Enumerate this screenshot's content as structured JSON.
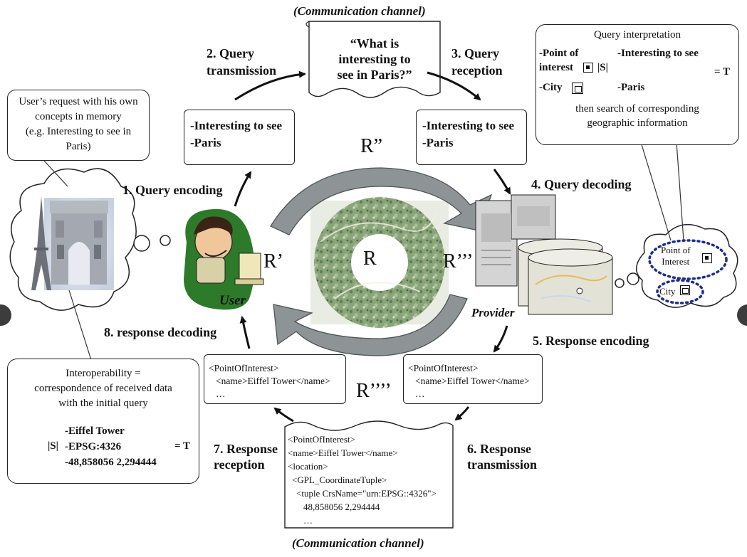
{
  "captions": {
    "top": "(Communication channel)",
    "bottom": "(Communication channel)"
  },
  "query_speech": {
    "l1": "“What is",
    "l2": "interesting to",
    "l3": "see in Paris?”"
  },
  "user_thought": {
    "l1": "User’s request with his own",
    "l2": "concepts in memory",
    "l3": "(e.g. Interesting to see in",
    "l4": "Paris)"
  },
  "query_interpretation": {
    "title": "Query interpretation",
    "poi": "-Point of",
    "interest": "interest",
    "its": "-Interesting to see",
    "s": "|S|",
    "eq": "= T",
    "city": "-City",
    "paris": "-Paris",
    "foot1": "then search of corresponding",
    "foot2": "geographic information"
  },
  "encoded_box_left": {
    "l1": "-Interesting to see",
    "l2": "-Paris"
  },
  "encoded_box_right": {
    "l1": "-Interesting to see",
    "l2": "-Paris"
  },
  "steps": {
    "s1": "1. Query encoding",
    "s2a": "2. Query",
    "s2b": "transmission",
    "s3a": "3. Query",
    "s3b": "reception",
    "s4": "4. Query decoding",
    "s5": "5. Response encoding",
    "s6a": "6. Response",
    "s6b": "transmission",
    "s7a": "7. Response",
    "s7b": "reception",
    "s8": "8. response decoding"
  },
  "cycle": {
    "r": "R",
    "r1": "R’",
    "r2": "R”",
    "r3": "R’’’",
    "r4": "R’’’’"
  },
  "actors": {
    "user": "User",
    "provider": "Provider"
  },
  "provider_thought": {
    "poi": "Point of",
    "interest": "Interest",
    "city": "City"
  },
  "xml_left": {
    "l1": "<PointOfInterest>",
    "l2": "<name>Eiffel Tower</name>",
    "l3": "…"
  },
  "xml_right": {
    "l1": "<PointOfInterest>",
    "l2": "<name>Eiffel Tower</name>",
    "l3": "…"
  },
  "xml_channel": {
    "l1": "<PointOfInterest>",
    "l2": "<name>Eiffel Tower</name>",
    "l3": "<location>",
    "l4": "<GPL_CoordinateTuple>",
    "l5": "<tuple CrsName=\"urn:EPSG::4326\">",
    "l6": "48,858056 2,294444",
    "l7": "…"
  },
  "interop": {
    "l1": "Interoperability =",
    "l2": "correspondence of received data",
    "l3": "with the initial query",
    "s": "|S|",
    "v1": "-Eiffel Tower",
    "v2": "-EPSG:4326",
    "v3": "-48,858056 2,294444",
    "eq": "= T"
  },
  "colors": {
    "arrow_gray": "#8e9496",
    "map_green": "#7d9a6a",
    "user_green": "#2d7a2a",
    "dotted_blue": "#1f2e8c",
    "server_gray": "#c9c9c9"
  },
  "icons": [
    "eiffel-tower-icon",
    "arc-de-triomphe-icon",
    "user-at-computer-icon",
    "server-icon",
    "database-map-icon",
    "point-of-interest-icon",
    "city-icon"
  ]
}
